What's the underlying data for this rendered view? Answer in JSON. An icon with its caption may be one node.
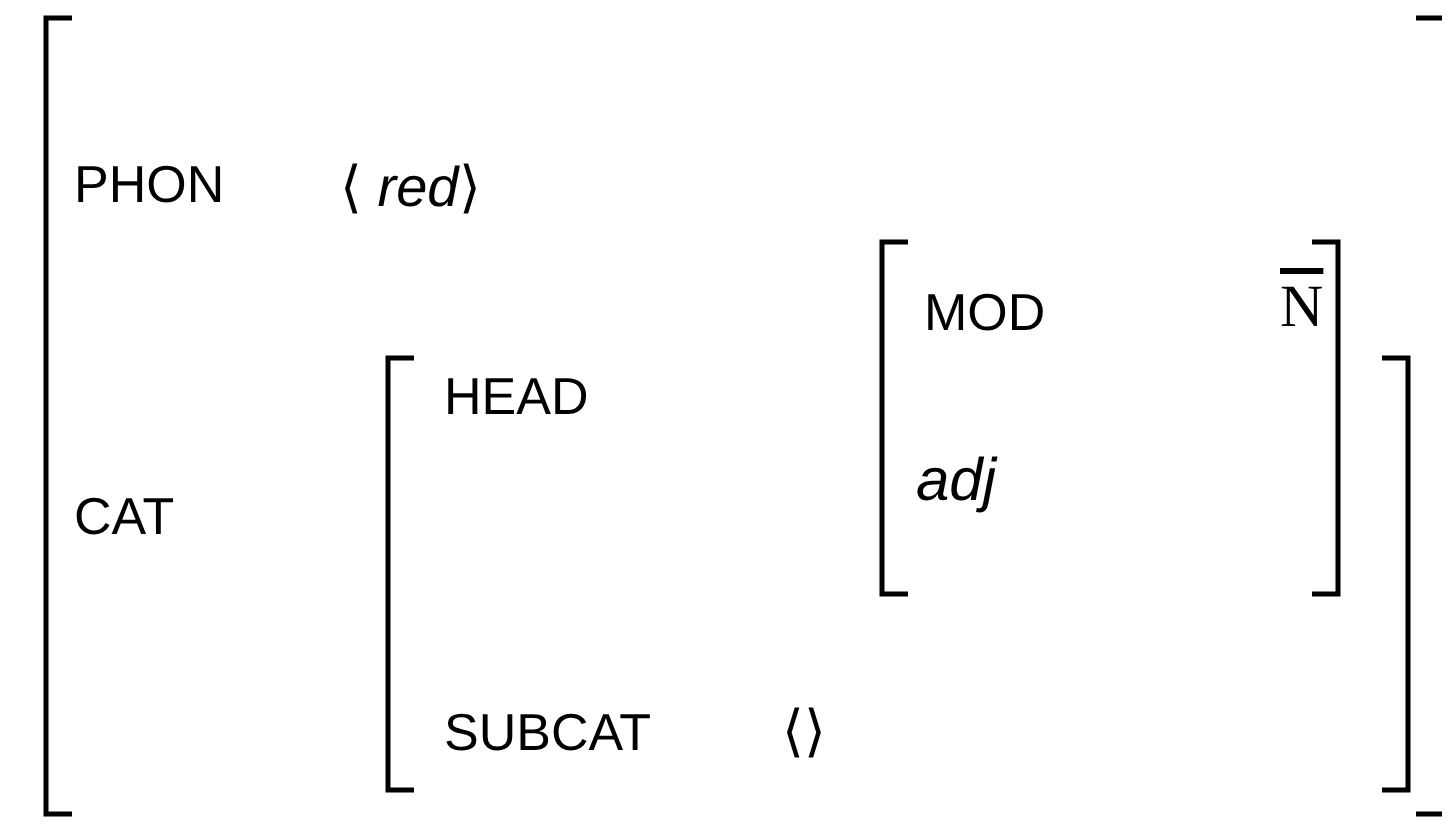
{
  "diagram": {
    "nodes": [
      {
        "text": [
          "PHON",
          "⟨ *red*⟩",
          "CAT"
        ]
      },
      {
        "text": [
          "HEAD",
          "SUBCAT",
          "⟨⟩"
        ],
        "in": 0
      },
      {
        "text": [
          "MOD",
          "N",
          "adj"
        ],
        "in": 0
      }
    ]
  }
}
